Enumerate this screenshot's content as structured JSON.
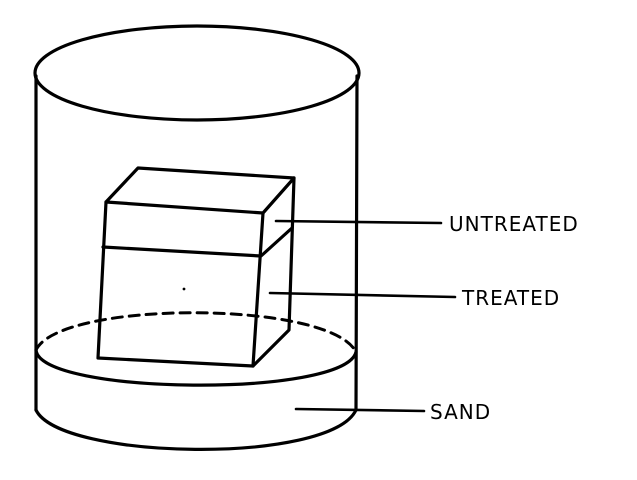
{
  "diagram": {
    "labels": {
      "untreated": "UNTREATED",
      "treated": "TREATED",
      "sand": "SAND"
    },
    "ink_color": "#000000",
    "background_color": "#ffffff"
  }
}
